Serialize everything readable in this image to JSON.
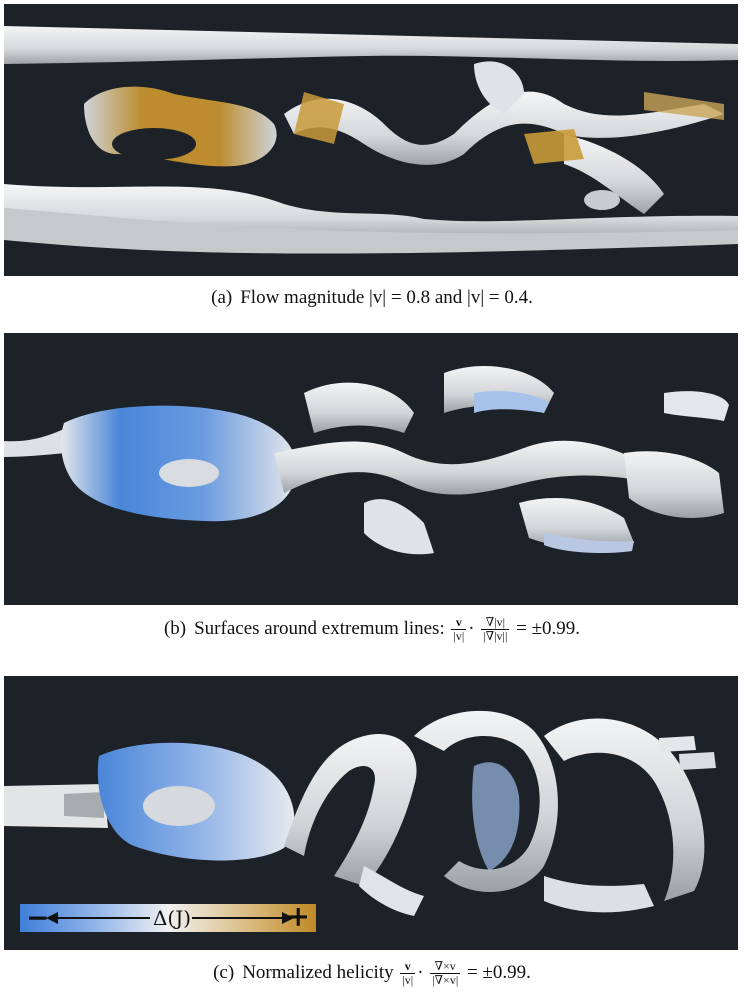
{
  "panels": [
    {
      "id": "a",
      "caption_tag": "(a)",
      "caption_text": "Flow magnitude |v| = 0.8 and |v| = 0.4."
    },
    {
      "id": "b",
      "caption_tag": "(b)",
      "caption_text": "Surfaces around extremum lines:",
      "caption_math": {
        "frac1_num": "v",
        "frac1_den": "|v|",
        "dot": "·",
        "frac2_num": "∇|v|",
        "frac2_den": "|∇|v||",
        "rhs": "= ±0.99."
      }
    },
    {
      "id": "c",
      "caption_tag": "(c)",
      "caption_text": "Normalized helicity",
      "caption_math": {
        "frac1_num": "v",
        "frac1_den": "|v|",
        "dot": "·",
        "frac2_num": "∇×v",
        "frac2_den": "|∇×v|",
        "rhs": "= ±0.99."
      }
    }
  ],
  "colorbar": {
    "minus_label": "−",
    "plus_label": "+",
    "center_label": "Δ(J)",
    "colors": {
      "low": "#3f7fd9",
      "mid": "#f0f0f0",
      "high": "#c08a26"
    }
  },
  "colors": {
    "panel_background": "#1d2229",
    "surface_white": "#e6e8ea",
    "surface_orange": "#c99a3a",
    "surface_blue": "#4a86d8"
  }
}
